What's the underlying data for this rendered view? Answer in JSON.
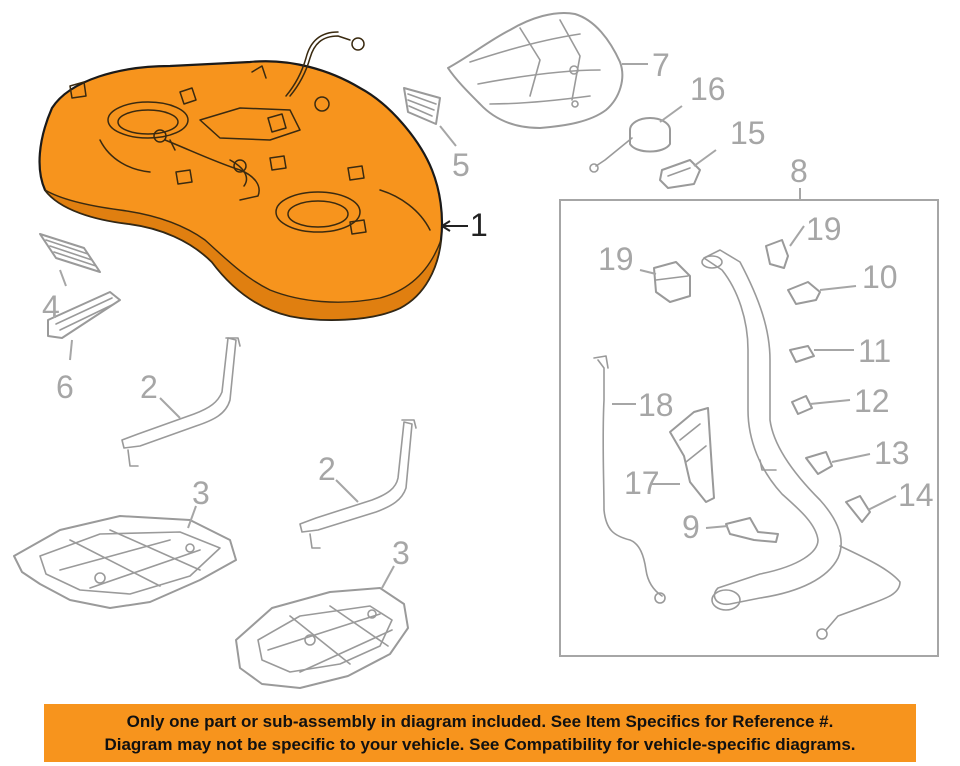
{
  "callouts": {
    "c1": "1",
    "c2a": "2",
    "c2b": "2",
    "c3a": "3",
    "c3b": "3",
    "c4": "4",
    "c5": "5",
    "c6": "6",
    "c7": "7",
    "c8": "8",
    "c9": "9",
    "c10": "10",
    "c11": "11",
    "c12": "12",
    "c13": "13",
    "c14": "14",
    "c15": "15",
    "c16": "16",
    "c17": "17",
    "c18": "18",
    "c19a": "19",
    "c19b": "19"
  },
  "colors": {
    "highlight": "#f7941d",
    "linework": "#9a9a9a",
    "callout": "#a6a6a6"
  },
  "disclaimer": {
    "line1": "Only one part or sub-assembly in diagram included. See Item Specifics for Reference #.",
    "line2": "Diagram may not be specific to your vehicle. See Compatibility for vehicle-specific diagrams."
  }
}
